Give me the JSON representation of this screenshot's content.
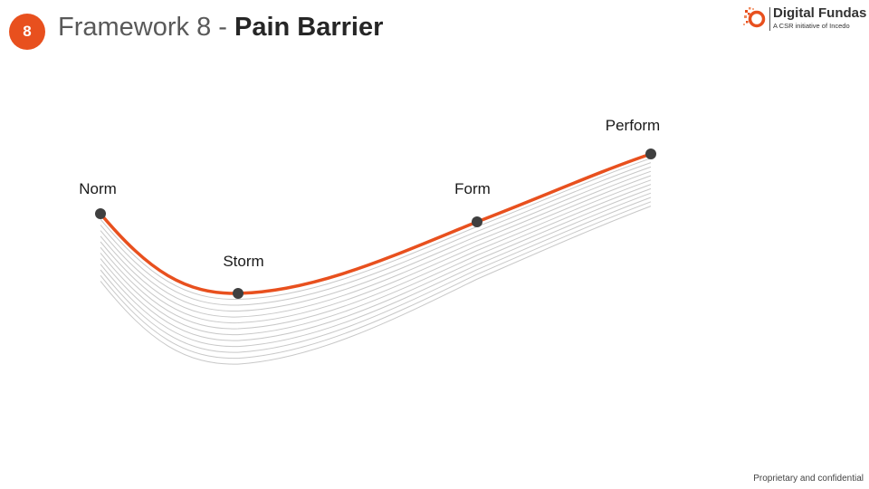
{
  "slide": {
    "number": "8",
    "title_prefix": "Framework 8 - ",
    "title_bold": "Pain Barrier"
  },
  "logo": {
    "name": "Digital Fundas",
    "tagline": "A CSR initiative of Incedo"
  },
  "diagram": {
    "stages": [
      {
        "label": "Norm"
      },
      {
        "label": "Storm"
      },
      {
        "label": "Form"
      },
      {
        "label": "Perform"
      }
    ]
  },
  "footer": {
    "text": "Proprietary and confidential"
  },
  "colors": {
    "accent": "#e8501e",
    "node": "#3f3f3f",
    "shadow_lines": "#c8c8c8"
  }
}
